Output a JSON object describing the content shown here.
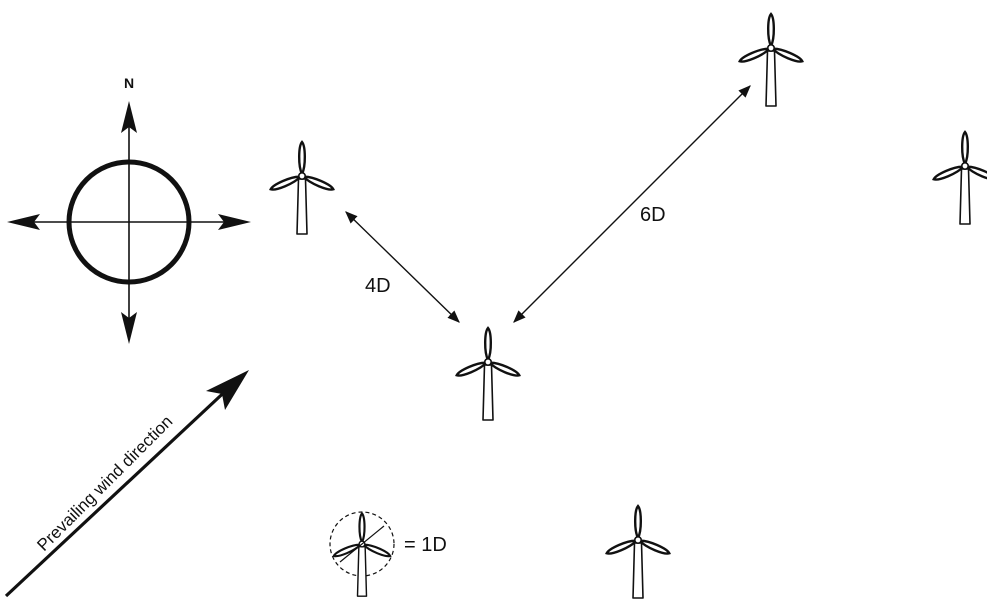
{
  "compass": {
    "north_label": "N"
  },
  "distances": {
    "short_spacing_label": "4D",
    "long_spacing_label": "6D"
  },
  "wind": {
    "label": "Prevailing wind direction"
  },
  "scale": {
    "label": "= 1D"
  },
  "icons": {
    "turbine": "wind-turbine-icon",
    "compass": "compass-icon"
  },
  "colors": {
    "ink": "#111111",
    "background": "#ffffff"
  }
}
